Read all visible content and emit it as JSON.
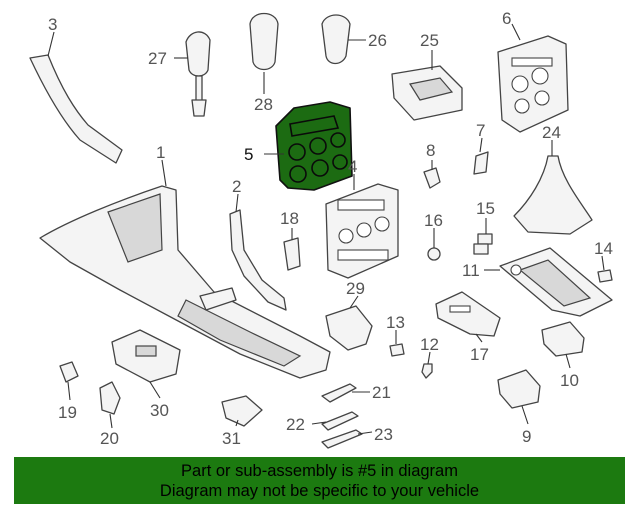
{
  "diagram": {
    "highlight_color": "#1c7a10",
    "highlighted_part": "5",
    "callouts": [
      "1",
      "2",
      "3",
      "4",
      "5",
      "6",
      "7",
      "8",
      "9",
      "10",
      "11",
      "12",
      "13",
      "14",
      "15",
      "16",
      "17",
      "18",
      "19",
      "20",
      "21",
      "22",
      "23",
      "24",
      "25",
      "26",
      "27",
      "28",
      "29",
      "30",
      "31"
    ]
  },
  "banner": {
    "line1": "Part or sub-assembly is #5 in diagram",
    "line2": "Diagram may not be specific to your vehicle"
  }
}
